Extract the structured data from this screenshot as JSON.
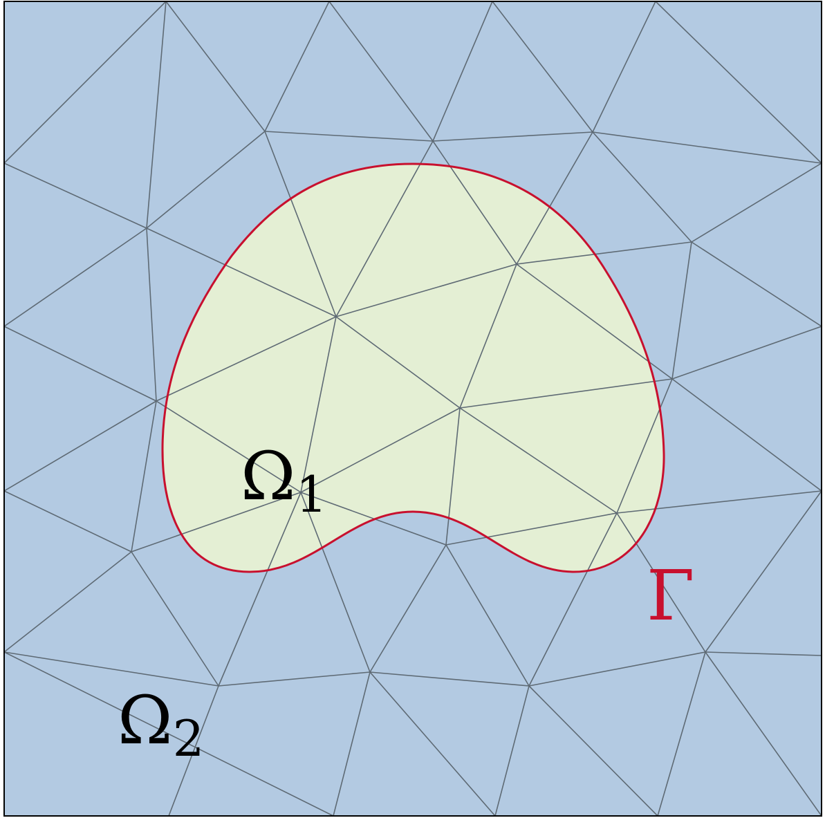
{
  "labels": {
    "inner_domain": {
      "symbol": "Ω",
      "subscript": "1"
    },
    "outer_domain": {
      "symbol": "Ω",
      "subscript": "2"
    },
    "interface": {
      "symbol": "Γ"
    }
  },
  "colors": {
    "outer_fill": "#b3cae2",
    "inner_fill": "#e4efd4",
    "mesh_edge": "#5e6a74",
    "interface_curve": "#c8102e",
    "frame": "#000000"
  }
}
